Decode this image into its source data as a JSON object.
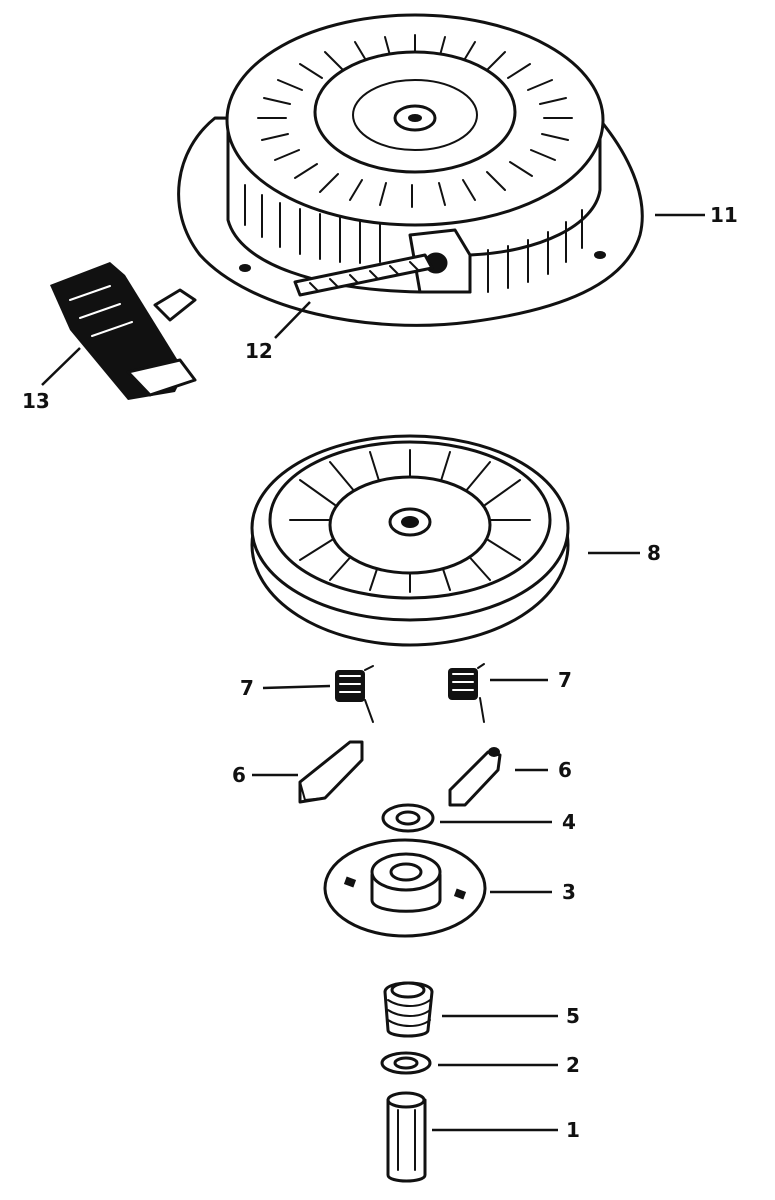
{
  "callouts": {
    "housing": "11",
    "rope": "12",
    "handle": "13",
    "pulley": "8",
    "spring_left": "7",
    "spring_right": "7",
    "pawl_left": "6",
    "pawl_right": "6",
    "washer_upper": "4",
    "retainer": "3",
    "bottom_spring": "5",
    "washer_lower": "2",
    "pin": "1"
  }
}
